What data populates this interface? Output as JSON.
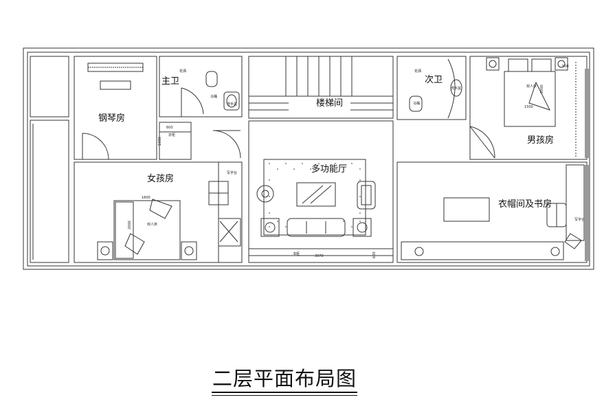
{
  "drawing": {
    "title": "二层平面布局图"
  },
  "rooms": {
    "piano_room": "钢琴房",
    "master_bath": "主卫",
    "stairwell": "楼梯间",
    "second_bath": "次卫",
    "boys_room": "男孩房",
    "girls_room": "女孩房",
    "multi_hall": "多功能厅",
    "closet_study": "衣帽间及书房"
  },
  "small_labels": {
    "shower_1": "花洒",
    "toilet_1": "马桶",
    "basin_1": "洗手盆",
    "shower_2": "花洒",
    "corner_basin": "洗手盆",
    "toilet_2": "马桶",
    "double_bed_boy": "双人床",
    "double_bed_girl": "双人床",
    "desk_left": "写字台",
    "desk_right": "写字台",
    "wardrobe": "衣柜",
    "cabinet": "书柜"
  },
  "dimensions": {
    "d_600": "600",
    "d_1000": "1000",
    "d_1800": "1800",
    "d_2000_girl": "2000",
    "d_1500": "1500",
    "d_2000_boy": "2000",
    "d_500": "500",
    "d_3970": "3970",
    "d_600_hall": "600"
  }
}
